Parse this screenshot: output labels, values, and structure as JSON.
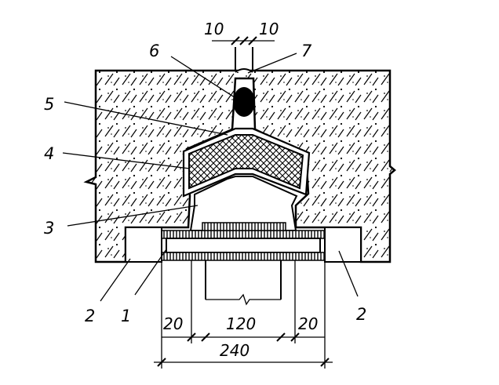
{
  "callouts": {
    "c1": "1",
    "c2_left": "2",
    "c2_right": "2",
    "c3": "3",
    "c4": "4",
    "c5": "5",
    "c6": "6",
    "c7": "7"
  },
  "dimensions": {
    "top_left": "10",
    "top_right": "10",
    "left_20": "20",
    "middle_120": "120",
    "right_20": "20",
    "overall_240": "240"
  },
  "colors": {
    "ink": "#000000",
    "paper": "#ffffff"
  }
}
